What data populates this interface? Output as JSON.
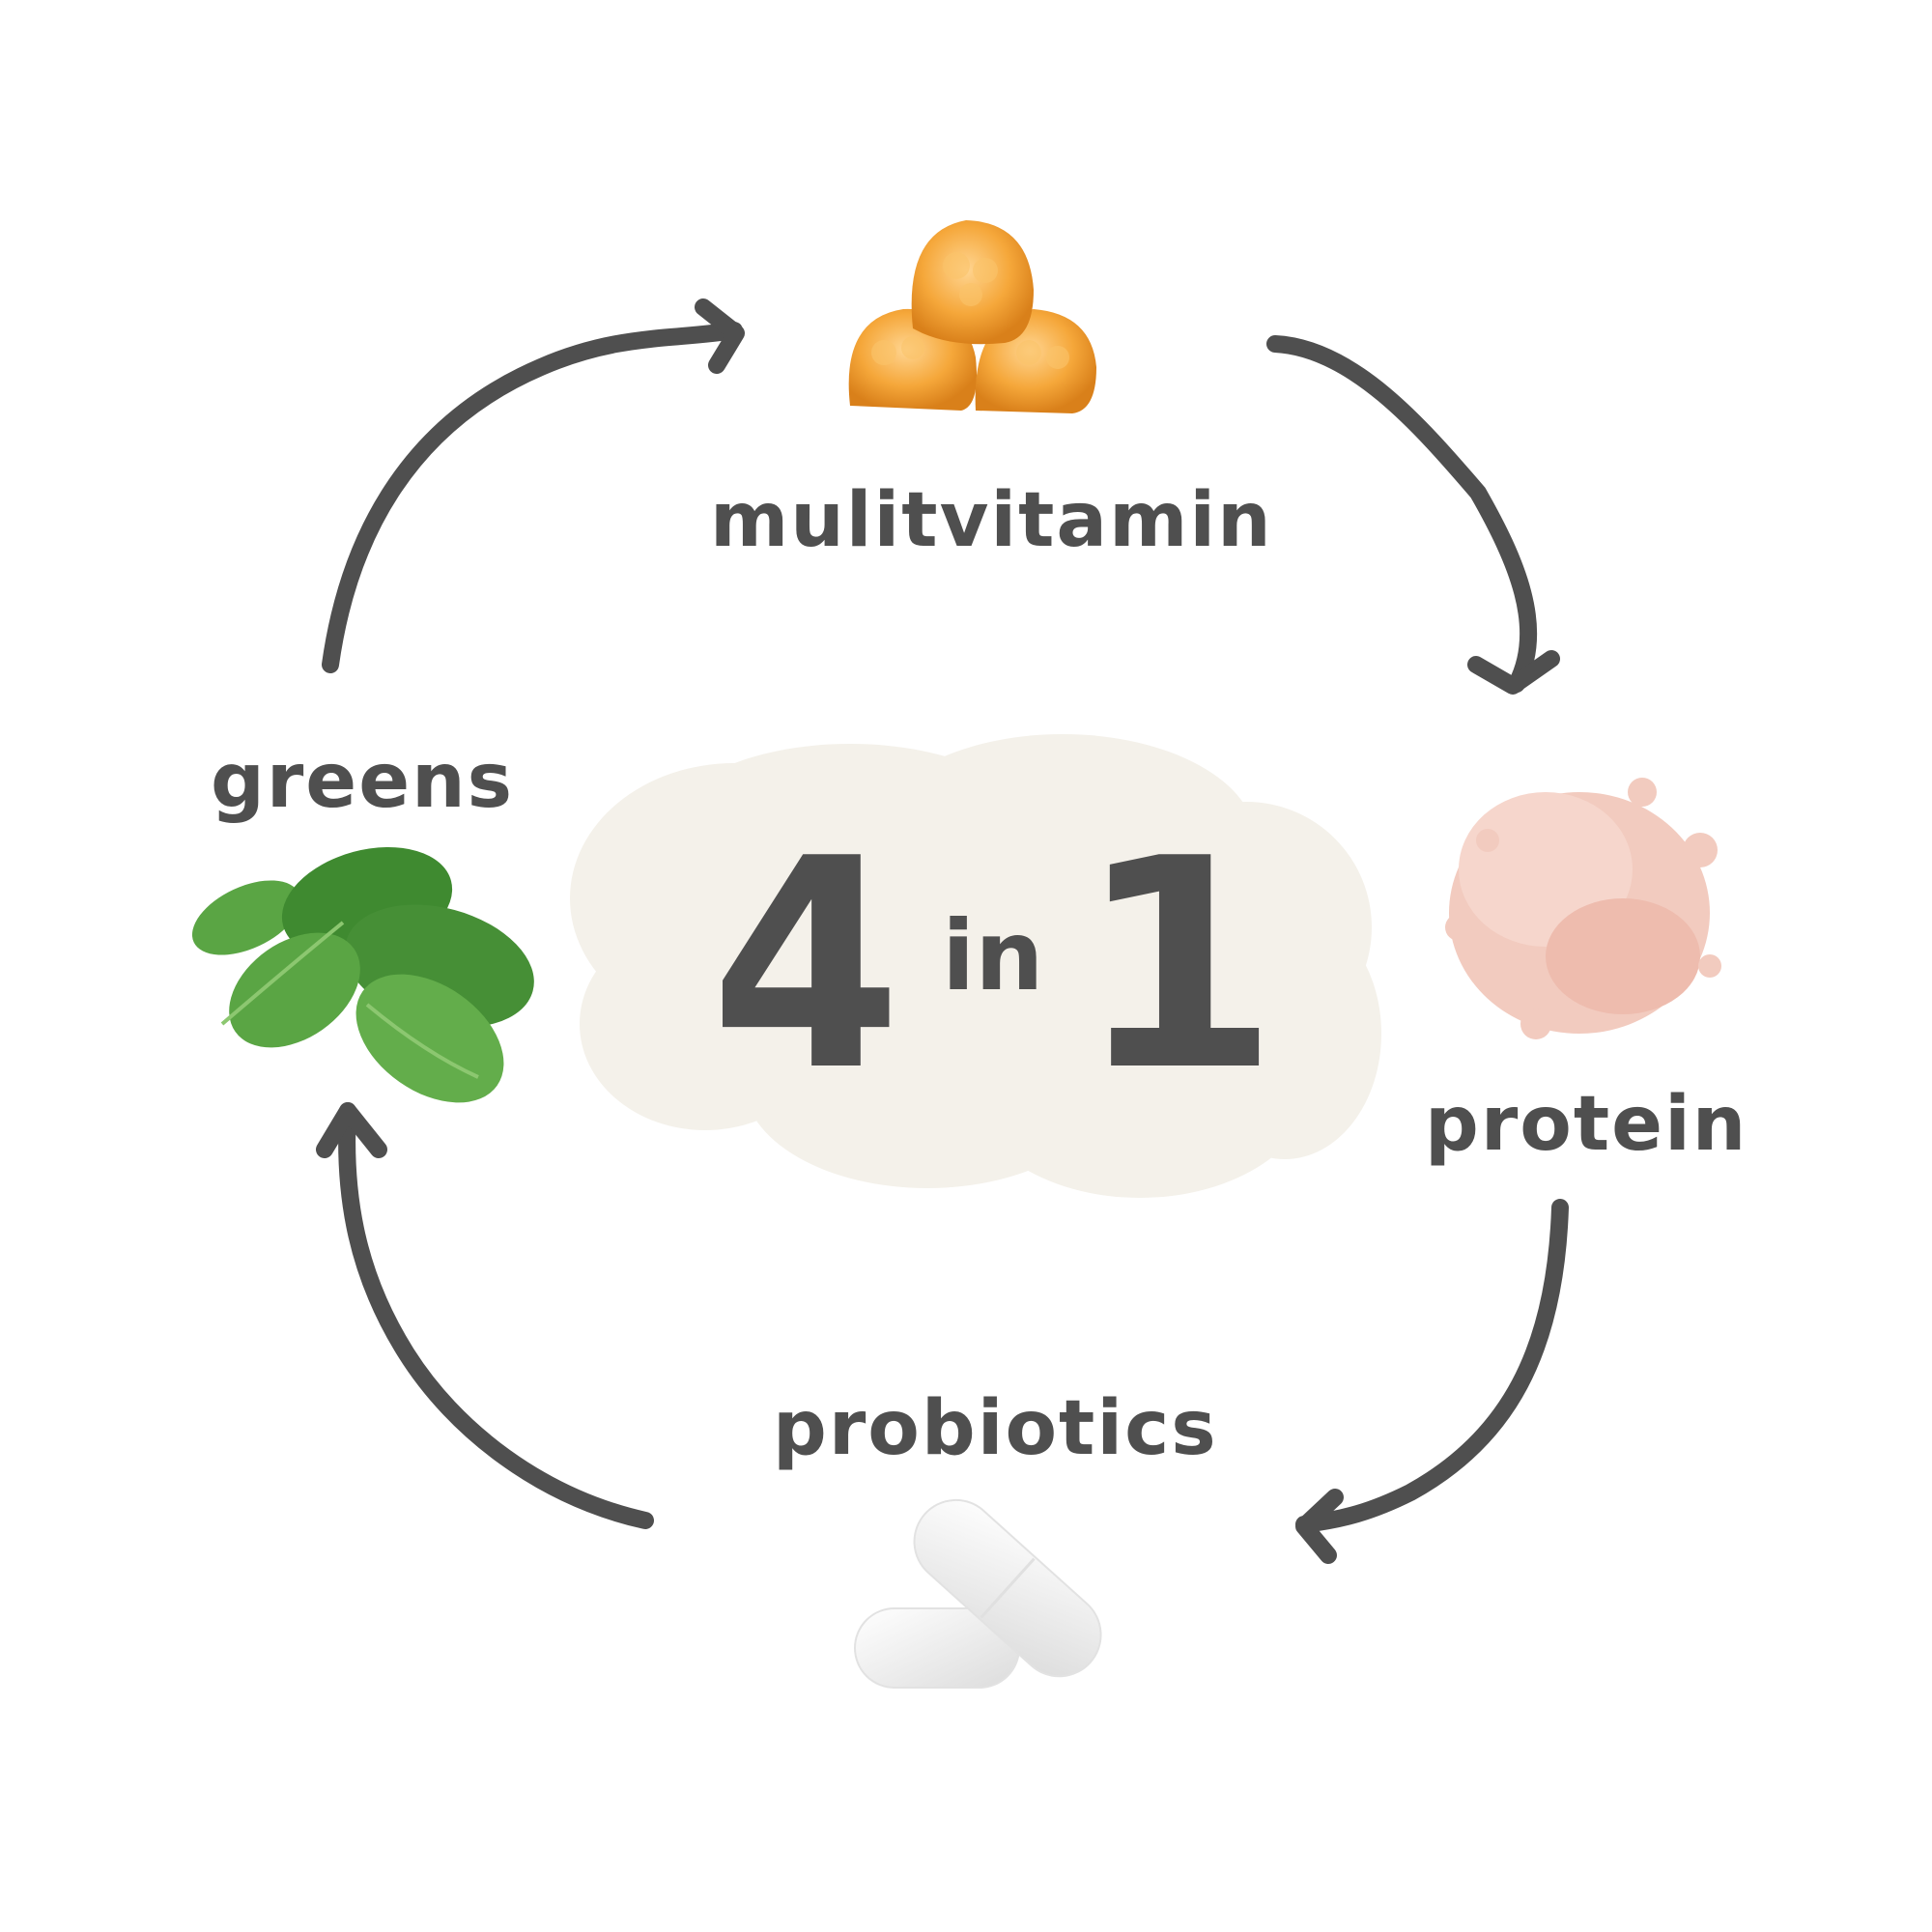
{
  "diagram": {
    "type": "cycle",
    "center": {
      "number_left": "4",
      "connector": "in",
      "number_right": "1",
      "full_text": "4 in 1",
      "background_color": "#f4f1ea",
      "text_color": "#4f4f4f"
    },
    "nodes": [
      {
        "id": "multivitamin",
        "label": "mulitvitamin",
        "icon": "gummy-vitamins-icon",
        "position": "top"
      },
      {
        "id": "protein",
        "label": "protein",
        "icon": "protein-powder-icon",
        "position": "right"
      },
      {
        "id": "probiotics",
        "label": "probiotics",
        "icon": "capsules-icon",
        "position": "bottom"
      },
      {
        "id": "greens",
        "label": "greens",
        "icon": "spinach-leaves-icon",
        "position": "left"
      }
    ],
    "edges": [
      {
        "from": "greens",
        "to": "multivitamin",
        "direction": "clockwise"
      },
      {
        "from": "multivitamin",
        "to": "protein",
        "direction": "clockwise"
      },
      {
        "from": "protein",
        "to": "probiotics",
        "direction": "clockwise"
      },
      {
        "from": "probiotics",
        "to": "greens",
        "direction": "clockwise"
      }
    ],
    "colors": {
      "arrow": "#4f4f4f",
      "label": "#4f4f4f",
      "gummy": "#f0a030",
      "powder": "#f2cbbf",
      "leaf": "#4e9a3a",
      "capsule": "#f4f4f4"
    }
  }
}
